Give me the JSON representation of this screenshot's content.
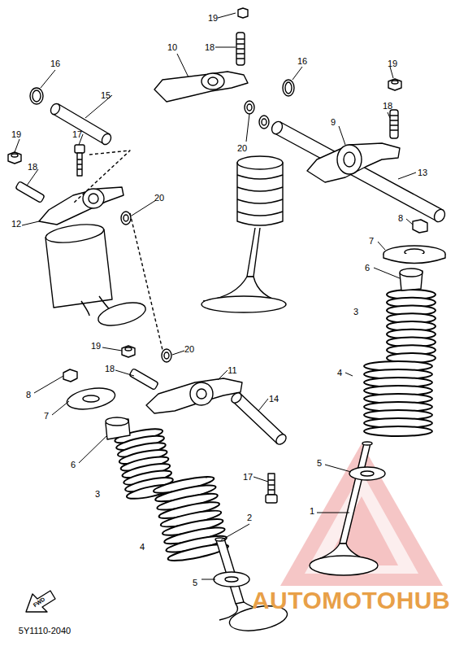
{
  "diagram": {
    "labels": [
      "19",
      "18",
      "10",
      "16",
      "19",
      "16",
      "15",
      "17",
      "19",
      "18",
      "9",
      "13",
      "20",
      "18",
      "20",
      "12",
      "8",
      "7",
      "6",
      "3",
      "19",
      "20",
      "18",
      "4",
      "8",
      "11",
      "14",
      "7",
      "6",
      "3",
      "17",
      "5",
      "1",
      "2",
      "4",
      "5",
      "FWD",
      "5Y1110-2040",
      "AUTOMOTOHUB"
    ]
  }
}
